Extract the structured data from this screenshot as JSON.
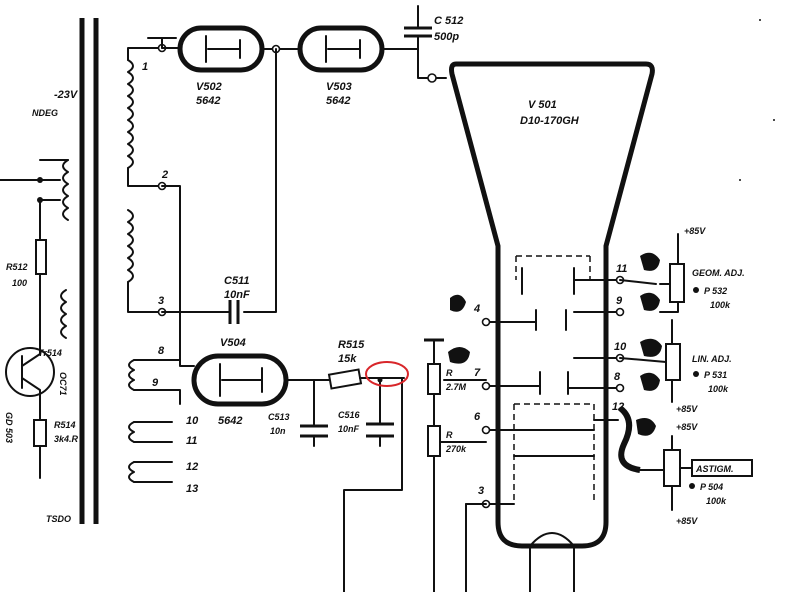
{
  "labels": {
    "c512_name": "C 512",
    "c512_value": "500p",
    "v502_name": "V502",
    "v502_type": "5642",
    "v503_name": "V503",
    "v503_type": "5642",
    "v501_name": "V 501",
    "v501_type": "D10-170GH",
    "v504_name": "V504",
    "v504_type": "5642",
    "c511_name": "C511",
    "c511_value": "10nF",
    "r515_name": "R515",
    "r515_value": "15k",
    "c513_name": "C513",
    "c513_value": "10n",
    "c516_name": "C516",
    "c516_value": "10nF",
    "r512_name": "R512",
    "r512_value": "100",
    "tr514_name": "Tr514",
    "tr514_type": "OC71",
    "r514_name": "R514",
    "r514_value": "3k4.R",
    "d_label": "GD 503",
    "neg23": "-23V",
    "neg_deg": "NDEG",
    "tsdo": "TSDO",
    "focus_dial": "P 532",
    "focus_value": "100k",
    "focus_label": "GEOM. ADJ.",
    "lin_dial": "P 531",
    "lin_value": "100k",
    "lin_label": "LIN. ADJ.",
    "astig_label": "ASTIGM.",
    "astig_dial": "P 504",
    "astig_value": "100k",
    "plus85a": "+85V",
    "plus85b": "+85V",
    "plus85c": "+85V",
    "plus85d": "+85V",
    "pin1": "1",
    "pin2": "2",
    "pin3": "3",
    "pin8": "8",
    "pin9": "9",
    "pin10": "10",
    "pin11": "11",
    "pin12": "12",
    "pin13": "13",
    "ckt_pin4": "4",
    "ckt_pin7": "7",
    "ckt_pin6": "6",
    "ckt_pin3": "3",
    "crt_pin11": "11",
    "crt_pin9": "9",
    "crt_pin10": "10",
    "crt_pin8": "8",
    "crt_pin12": "12",
    "r_left1": "R",
    "r_left1_val": "2.7M",
    "r_left2": "R",
    "r_left2_val": "270k"
  },
  "annotation": {
    "color": "#d8262a",
    "shape": "ellipse"
  }
}
